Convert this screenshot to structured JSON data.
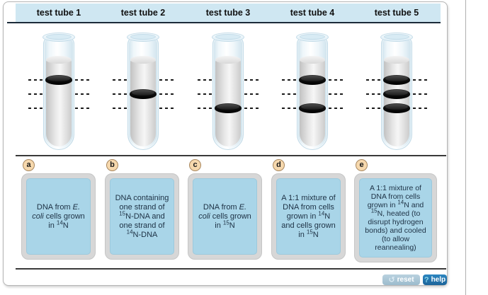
{
  "title_row": [
    "test tube 1",
    "test tube 2",
    "test tube 3",
    "test tube 4",
    "test tube 5"
  ],
  "tubes": [
    {
      "label": "test tube 1",
      "bands": [
        "top"
      ]
    },
    {
      "label": "test tube 2",
      "bands": [
        "middle"
      ]
    },
    {
      "label": "test tube 3",
      "bands": [
        "bottom"
      ]
    },
    {
      "label": "test tube 4",
      "bands": [
        "top",
        "bottom"
      ]
    },
    {
      "label": "test tube 5",
      "bands": [
        "top",
        "middle",
        "bottom"
      ]
    }
  ],
  "cards": [
    {
      "letter": "a",
      "segments": [
        {
          "t": "DNA from "
        },
        {
          "t": "E. coli",
          "i": true
        },
        {
          "t": " cells grown in "
        },
        {
          "t": "14",
          "sup": true
        },
        {
          "t": "N"
        }
      ]
    },
    {
      "letter": "b",
      "segments": [
        {
          "t": "DNA containing one strand of "
        },
        {
          "t": "15",
          "sup": true
        },
        {
          "t": "N-DNA and one strand of "
        },
        {
          "t": "14",
          "sup": true
        },
        {
          "t": "N-DNA"
        }
      ]
    },
    {
      "letter": "c",
      "segments": [
        {
          "t": "DNA from "
        },
        {
          "t": "E. coli",
          "i": true
        },
        {
          "t": " cells grown in "
        },
        {
          "t": "15",
          "sup": true
        },
        {
          "t": "N"
        }
      ]
    },
    {
      "letter": "d",
      "segments": [
        {
          "t": "A 1:1 mixture of DNA from cells grown in "
        },
        {
          "t": "14",
          "sup": true
        },
        {
          "t": "N and cells grown in "
        },
        {
          "t": "15",
          "sup": true
        },
        {
          "t": "N"
        }
      ]
    },
    {
      "letter": "e",
      "segments": [
        {
          "t": "A 1:1 mixture of DNA from cells grown in "
        },
        {
          "t": "14",
          "sup": true
        },
        {
          "t": "N and "
        },
        {
          "t": "15",
          "sup": true
        },
        {
          "t": "N, heated (to disrupt hydrogen bonds) and cooled (to allow reannealing)"
        }
      ]
    }
  ],
  "footer": {
    "reset_label": "reset",
    "reset_icon": "↺",
    "help_label": "help",
    "help_icon": "?"
  },
  "colors": {
    "header_bg": "#cfe7f2",
    "card_inner_blue": "#a9d5e8",
    "card_outer_gray": "#d7d7d7",
    "letter_circle_bg": "#f6d8ad",
    "band_black": "#121212",
    "reset_button_bg": "#9cbccd",
    "help_button_bg": "#1d659a",
    "help_icon_color": "#8fd9ed"
  }
}
